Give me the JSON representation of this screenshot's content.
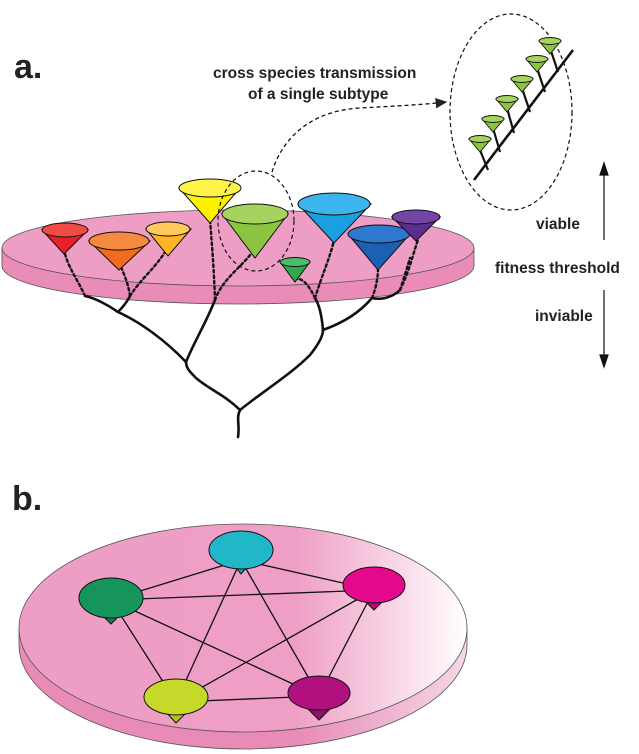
{
  "panel_a": {
    "label": "a.",
    "annotation_line1": "cross species transmission",
    "annotation_line2": "of a single subtype",
    "viable": "viable",
    "threshold": "fitness threshold",
    "inviable": "inviable"
  },
  "panel_b": {
    "label": "b."
  },
  "colors": {
    "disk_pink": "#ee9ec4",
    "red": "#e8202a",
    "orange": "#f26b1f",
    "light_orange": "#ffb427",
    "yellow": "#fff200",
    "green": "#8bc53f",
    "small_green": "#2fa84f",
    "blue": "#1aa0e0",
    "dark_blue": "#1c5fb5",
    "purple": "#5b2d8e",
    "cyan": "#22b7c8",
    "magenta": "#e4088c",
    "dark_green": "#15955b",
    "yellow_green": "#c6d92a",
    "purple_magenta": "#b0117f"
  }
}
